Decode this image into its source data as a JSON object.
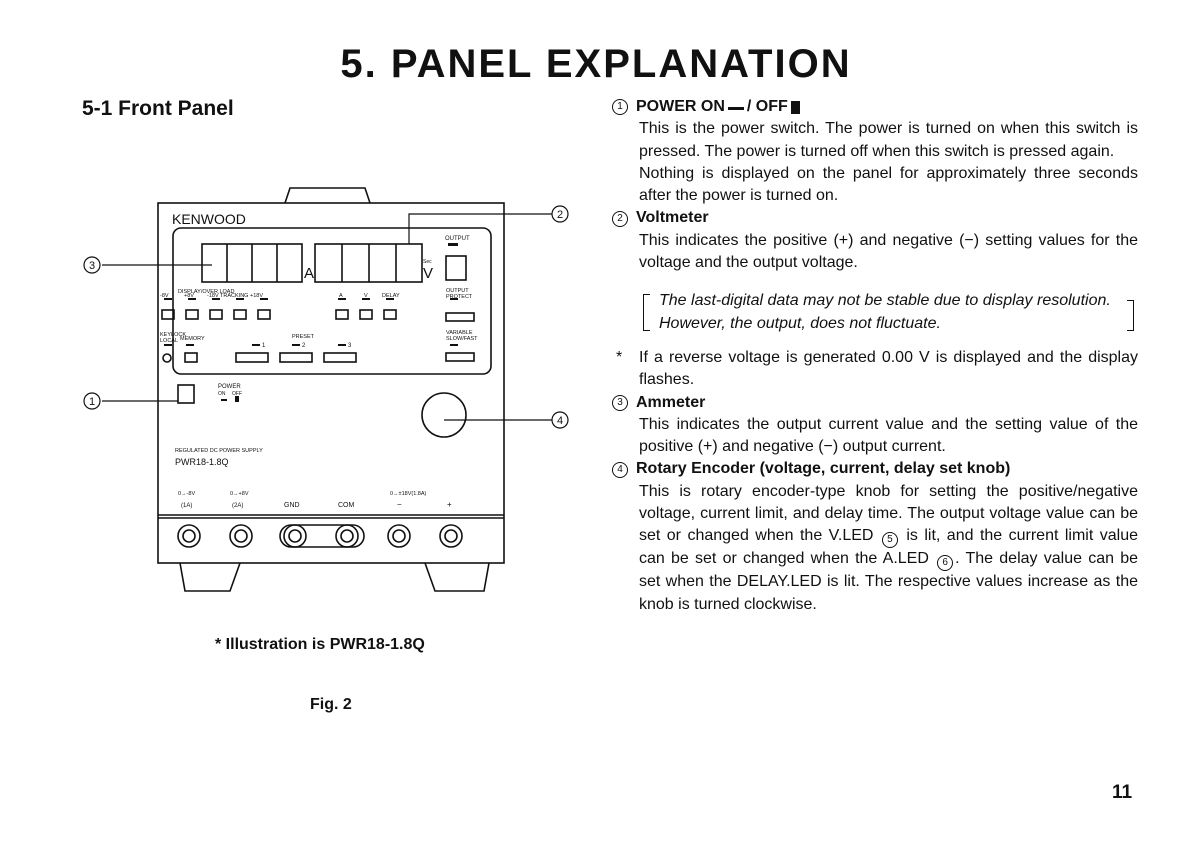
{
  "page": {
    "title": "5. PANEL EXPLANATION",
    "section": "5-1 Front Panel",
    "illustration_note": "* Illustration is PWR18-1.8Q",
    "figure_caption": "Fig. 2",
    "page_number": "11"
  },
  "figure": {
    "brand": "KENWOOD",
    "unit_amp": "A",
    "unit_volt": "V",
    "sec": "Sec",
    "output_label": "OUTPUT",
    "display_over_load": "DISPLAY/OVER LOAD",
    "btn_minus8": "-8V",
    "btn_plus8": "+8V",
    "btn_tracking": "-18V TRACKING +18V",
    "btn_a": "A",
    "btn_v": "V",
    "btn_delay": "DELAY",
    "output_protect_1": "OUTPUT",
    "output_protect_2": "PROTECT",
    "keylock": "KEYLOCK",
    "local": "LOCAL",
    "memory": "MEMORY",
    "preset": "PRESET",
    "preset_1": "1",
    "preset_2": "2",
    "preset_3": "3",
    "variable": "VARIABLE",
    "slow_fast": "SLOW/FAST",
    "power": "POWER",
    "on": "ON",
    "off": "OFF",
    "regulated": "REGULATED DC POWER SUPPLY",
    "model": "PWR18-1.8Q",
    "term1a": "0→-8V",
    "term1b": "(1A)",
    "term2a": "0→+8V",
    "term2b": "(2A)",
    "gnd": "GND",
    "com": "COM",
    "term3a": "0→±18V(1.8A)",
    "minus": "−",
    "plus": "+",
    "callout_1": "1",
    "callout_2": "2",
    "callout_3": "3",
    "callout_4": "4"
  },
  "items": [
    {
      "num": "1",
      "title_a": "POWER ON",
      "title_b": "/ OFF",
      "text": "This is the power switch. The power is turned on when this switch is pressed. The power is turned off when this switch is pressed again.",
      "text2": "Nothing is displayed on the panel for approximately three seconds after the power is turned on."
    },
    {
      "num": "2",
      "title": "Voltmeter",
      "text": "This indicates the positive (+) and negative (−) setting values for the voltage and the output voltage."
    },
    {
      "num": "3",
      "title": "Ammeter",
      "text": "This indicates the output current value and the setting value of the positive (+) and negative (−) output current."
    },
    {
      "num": "4",
      "title": "Rotary Encoder (voltage, current, delay set knob)",
      "text_a": "This is rotary encoder-type knob for setting the positive/negative voltage, current limit, and delay time. The output voltage value can be set or changed when the V.LED",
      "ref_a": "5",
      "text_b": "is lit, and the current limit value can be set or changed when the A.LED",
      "ref_b": "6",
      "text_c": ". The delay value can be set when the DELAY.LED is lit. The respective values increase as the knob is turned clockwise."
    }
  ],
  "note": "The last-digital data may not be stable due to display resolution. However, the output, does not fluctuate.",
  "star_note": {
    "star": "*",
    "text": "If a reverse voltage is generated 0.00 V is displayed and the display flashes."
  }
}
